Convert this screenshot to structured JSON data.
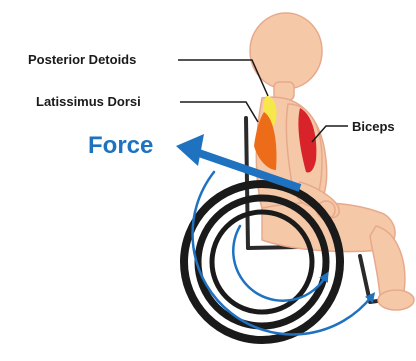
{
  "labels": {
    "posterior": "Posterior Detoids",
    "latissimus": "Latissimus Dorsi",
    "biceps": "Biceps",
    "force": "Force"
  },
  "colors": {
    "skin": "#f5c8a8",
    "skin_outline": "#e7a98c",
    "force_blue": "#1e72c0",
    "wheel_black": "#1a1a1a",
    "posterior_yellow": "#f6e84a",
    "latissimus_orange": "#ec6c1a",
    "biceps_red": "#d8232a",
    "chair_dark": "#2a2a2a"
  }
}
